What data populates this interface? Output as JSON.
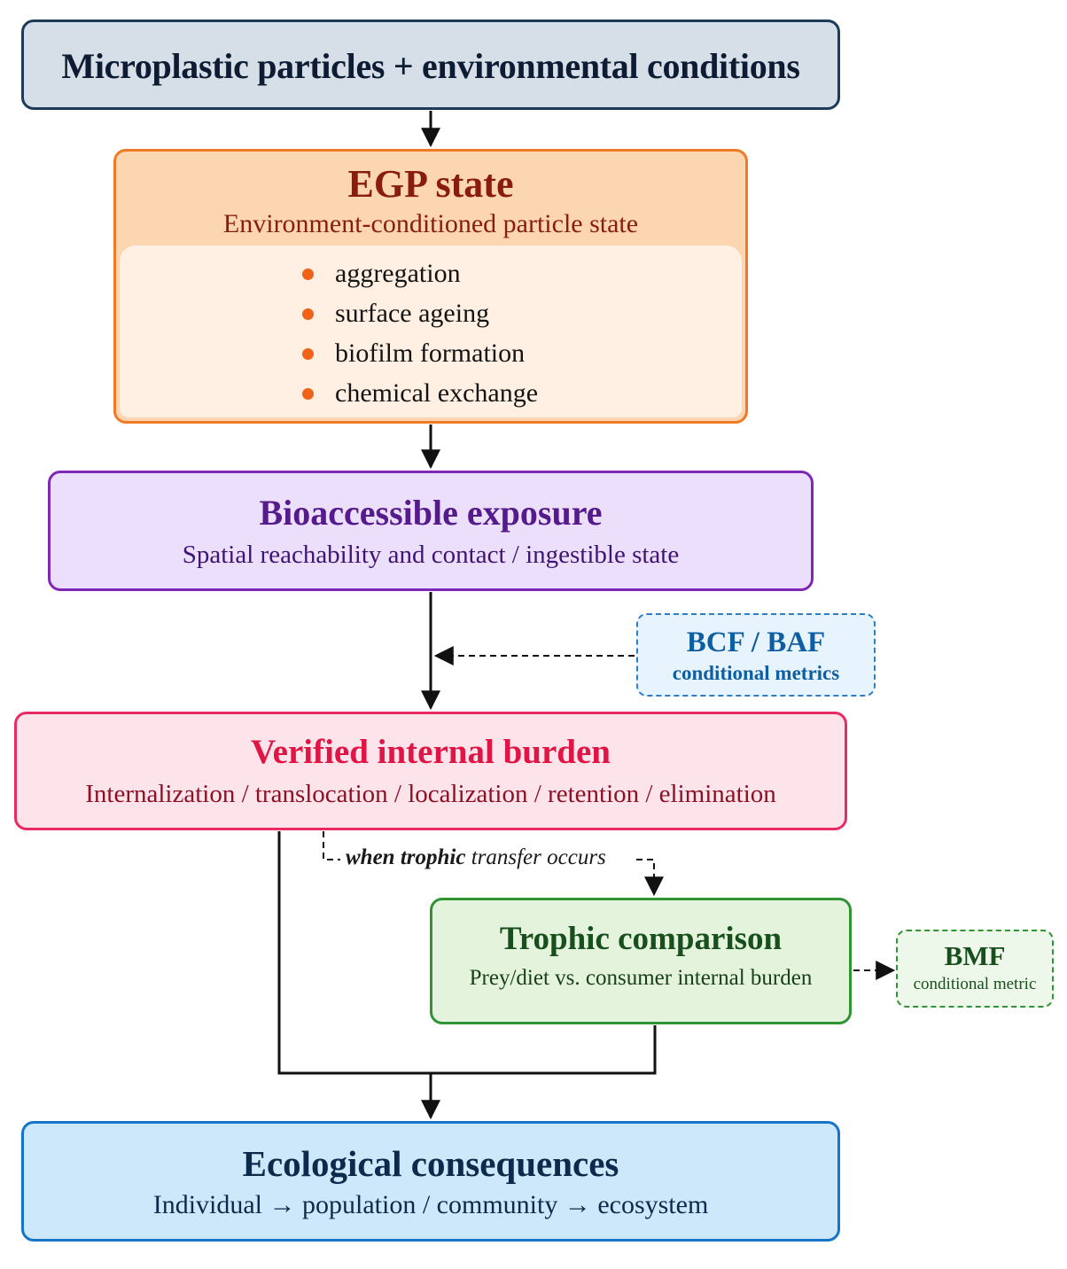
{
  "input": {
    "label": "Microplastic particles + environmental conditions"
  },
  "egp": {
    "title": "EGP state",
    "subtitle": "Environment-conditioned particle state",
    "items": [
      "aggregation",
      "surface ageing",
      "biofilm formation",
      "chemical exchange"
    ]
  },
  "bioaccessible": {
    "title": "Bioaccessible exposure",
    "subtitle": "Spatial reachability and contact / ingestible state"
  },
  "bcf_baf": {
    "title": "BCF / BAF",
    "subtitle": "conditional metrics"
  },
  "burden": {
    "title": "Verified internal burden",
    "subtitle": "Internalization / translocation / localization / retention / elimination"
  },
  "trophic_note": {
    "bold": "when trophic",
    "rest": " transfer occurs"
  },
  "trophic": {
    "title": "Trophic comparison",
    "subtitle": "Prey/diet vs. consumer internal burden"
  },
  "bmf": {
    "title": "BMF",
    "subtitle": "conditional metric"
  },
  "ecological": {
    "title": "Ecological consequences",
    "subtitle": "Individual → population / community → ecosystem"
  }
}
